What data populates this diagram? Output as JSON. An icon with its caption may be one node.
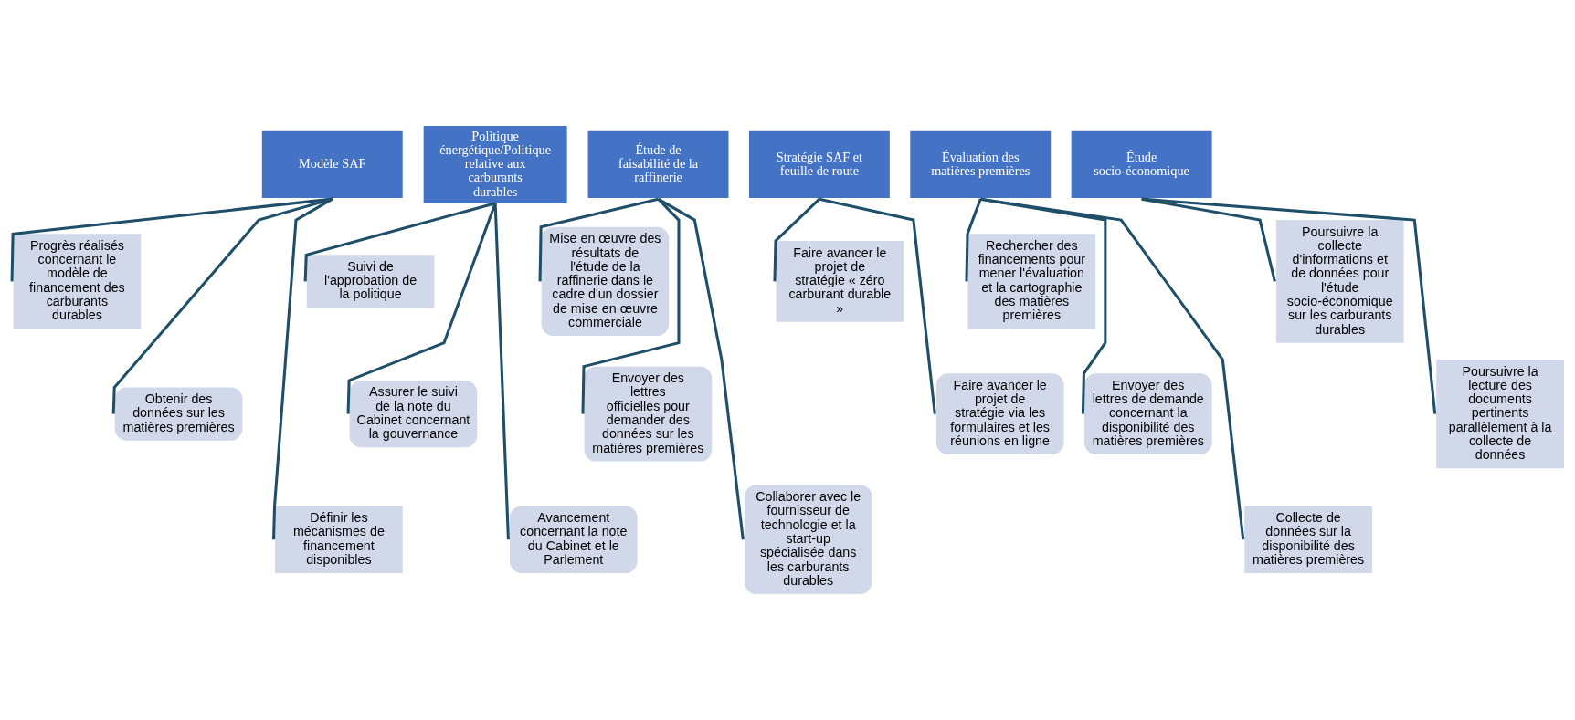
{
  "diagram": {
    "nodes": [
      {
        "text": [
          "Modèle SAF"
        ]
      },
      {
        "text": [
          "Progrès réalisés concernant le modèle de financement des carburants durables"
        ]
      },
      {
        "text": [
          "Obtenir des données sur les matières premières"
        ]
      },
      {
        "text": [
          "Définir les mécanismes de financement disponibles"
        ]
      },
      {
        "text": [
          "Politique énergétique/Politique relative aux carburants durables"
        ]
      },
      {
        "text": [
          "Suivi de l'approbation de la politique"
        ]
      },
      {
        "text": [
          "Assurer le suivi de la note du Cabinet concernant la gouvernance"
        ]
      },
      {
        "text": [
          "Avancement concernant la note du Cabinet et le Parlement"
        ]
      },
      {
        "text": [
          "Étude de faisabilité de la raffinerie"
        ]
      },
      {
        "text": [
          "Mise en œuvre des résultats de l'étude de la raffinerie dans le cadre d'un dossier de mise en œuvre commerciale"
        ]
      },
      {
        "text": [
          "Envoyer des lettres officielles pour demander des données sur les matières premières"
        ]
      },
      {
        "text": [
          "Collaborer avec le fournisseur de technologie et la start-up spécialisée dans les carburants durables"
        ]
      },
      {
        "text": [
          "Stratégie SAF et feuille de route"
        ]
      },
      {
        "text": [
          "Faire avancer le projet de stratégie « zéro carburant durable »"
        ]
      },
      {
        "text": [
          "Faire avancer le projet de stratégie via les formulaires et les réunions en ligne"
        ]
      },
      {
        "text": [
          "Évaluation des matières premières"
        ]
      },
      {
        "text": [
          "Rechercher des financements pour mener l'évaluation et la cartographie des matières premières"
        ]
      },
      {
        "text": [
          "Envoyer des lettres de demande concernant la disponibilité des matières premières"
        ]
      },
      {
        "text": [
          "Collecte de données sur la disponibilité des matières premières"
        ]
      },
      {
        "text": [
          "Étude socio-économique"
        ]
      },
      {
        "text": [
          "Poursuivre la collecte d'informations et de données pour l'étude socio-économique sur les carburants durables"
        ]
      },
      {
        "text": [
          "Poursuivre la lecture des documents pertinents parallèlement à la collecte de données"
        ]
      }
    ],
    "edges": [
      {
        "from": 0,
        "to": 1,
        "arrow": "none"
      },
      {
        "from": 0,
        "to": 2,
        "arrow": "none"
      },
      {
        "from": 0,
        "to": 3,
        "arrow": "none"
      },
      {
        "from": 4,
        "to": 5,
        "arrow": "none"
      },
      {
        "from": 4,
        "to": 6,
        "arrow": "none"
      },
      {
        "from": 4,
        "to": 7,
        "arrow": "none"
      },
      {
        "from": 8,
        "to": 9,
        "arrow": "none"
      },
      {
        "from": 8,
        "to": 10,
        "arrow": "none"
      },
      {
        "from": 8,
        "to": 11,
        "arrow": "none"
      },
      {
        "from": 12,
        "to": 13,
        "arrow": "none"
      },
      {
        "from": 12,
        "to": 14,
        "arrow": "none"
      },
      {
        "from": 15,
        "to": 16,
        "arrow": "none"
      },
      {
        "from": 15,
        "to": 17,
        "arrow": "none"
      },
      {
        "from": 15,
        "to": 18,
        "arrow": "none"
      },
      {
        "from": 19,
        "to": 20,
        "arrow": "none"
      },
      {
        "from": 19,
        "to": 21,
        "arrow": "none"
      }
    ]
  }
}
